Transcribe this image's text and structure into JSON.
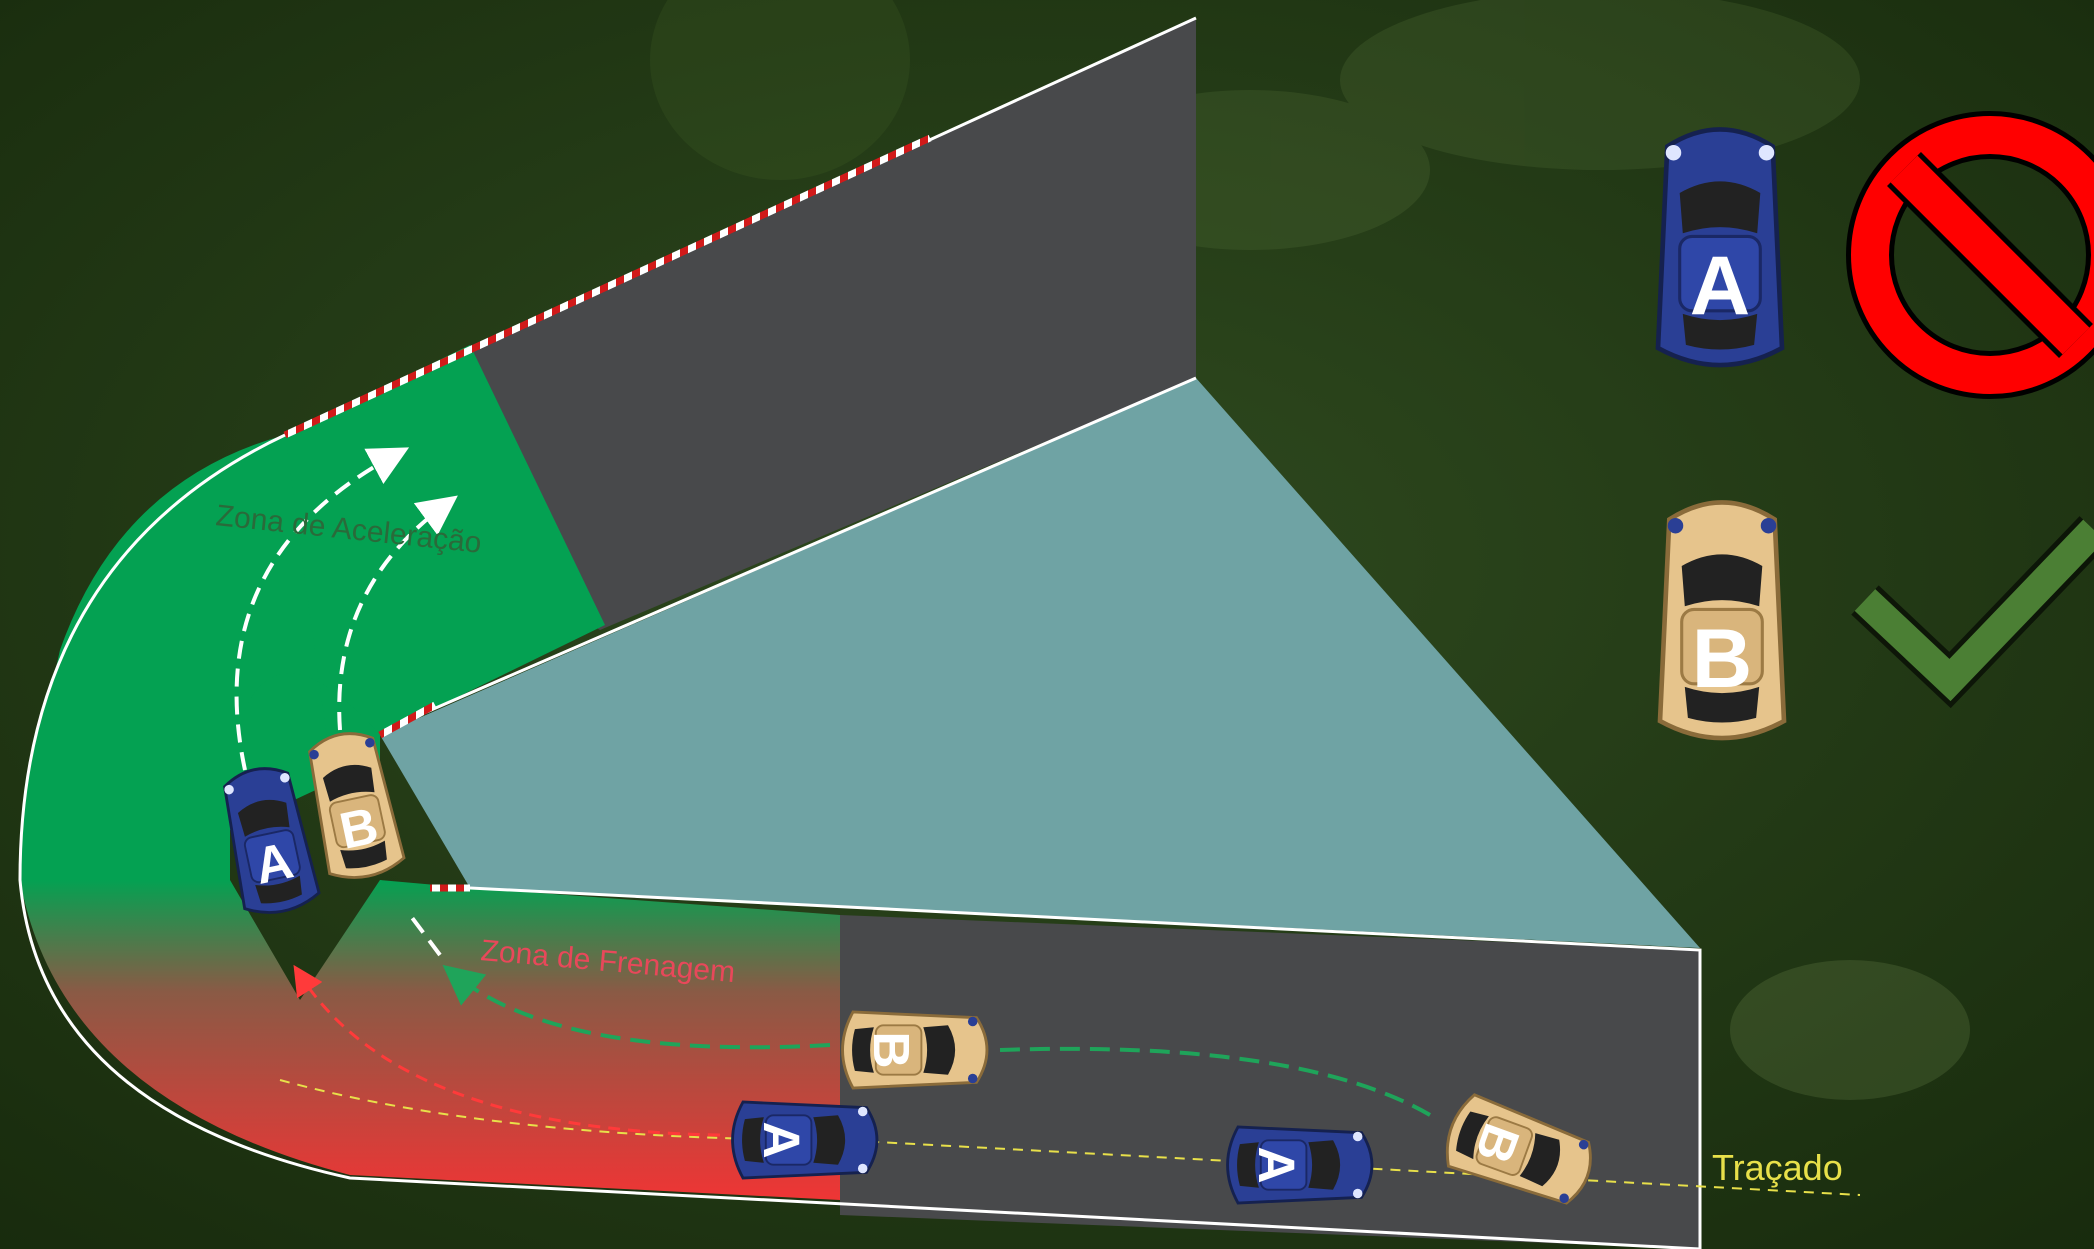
{
  "diagram": {
    "zones": {
      "acceleration": "Zona de Aceleração",
      "braking": "Zona de Frenagem"
    },
    "racing_line_label": "Traçado",
    "cars": {
      "a_letter": "A",
      "b_letter": "B"
    },
    "legend": [
      {
        "car": "A",
        "verdict": "prohibited-icon"
      },
      {
        "car": "B",
        "verdict": "checkmark-icon"
      }
    ]
  },
  "colors": {
    "background": "#1f3512",
    "asphalt": "#48494b",
    "infield": "#6fa3a4",
    "acceleration_zone": "#04a152",
    "braking_zone": "#ef3535",
    "car_a_body": "#2a3f95",
    "car_b_body": "#e6c48c",
    "prohibited": "#ff0000",
    "check": "#4b7f34",
    "racing_line": "#e8e04a",
    "path_green": "#1fa45a",
    "path_red": "#ff3a3a"
  }
}
